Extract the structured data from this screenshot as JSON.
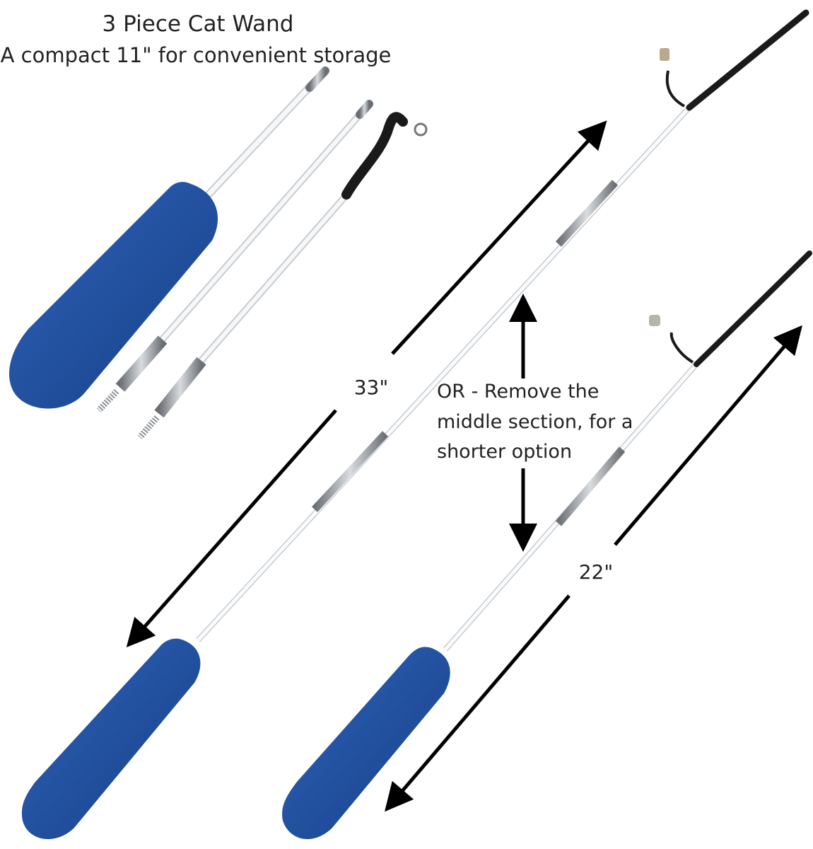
{
  "header": {
    "title": "3 Piece Cat Wand",
    "subtitle": "A compact 11\" for convenient storage"
  },
  "measurements": {
    "long_length": "33\"",
    "short_length": "22\""
  },
  "note": {
    "line1": "OR - Remove the",
    "line2": "middle section, for a",
    "line3": "shorter option"
  },
  "colors": {
    "handle": "#1f4fa0",
    "rod": "#f4f6f8",
    "metal": "#9a9ea3",
    "cord": "#1a1a1a",
    "arrow": "#000000"
  }
}
